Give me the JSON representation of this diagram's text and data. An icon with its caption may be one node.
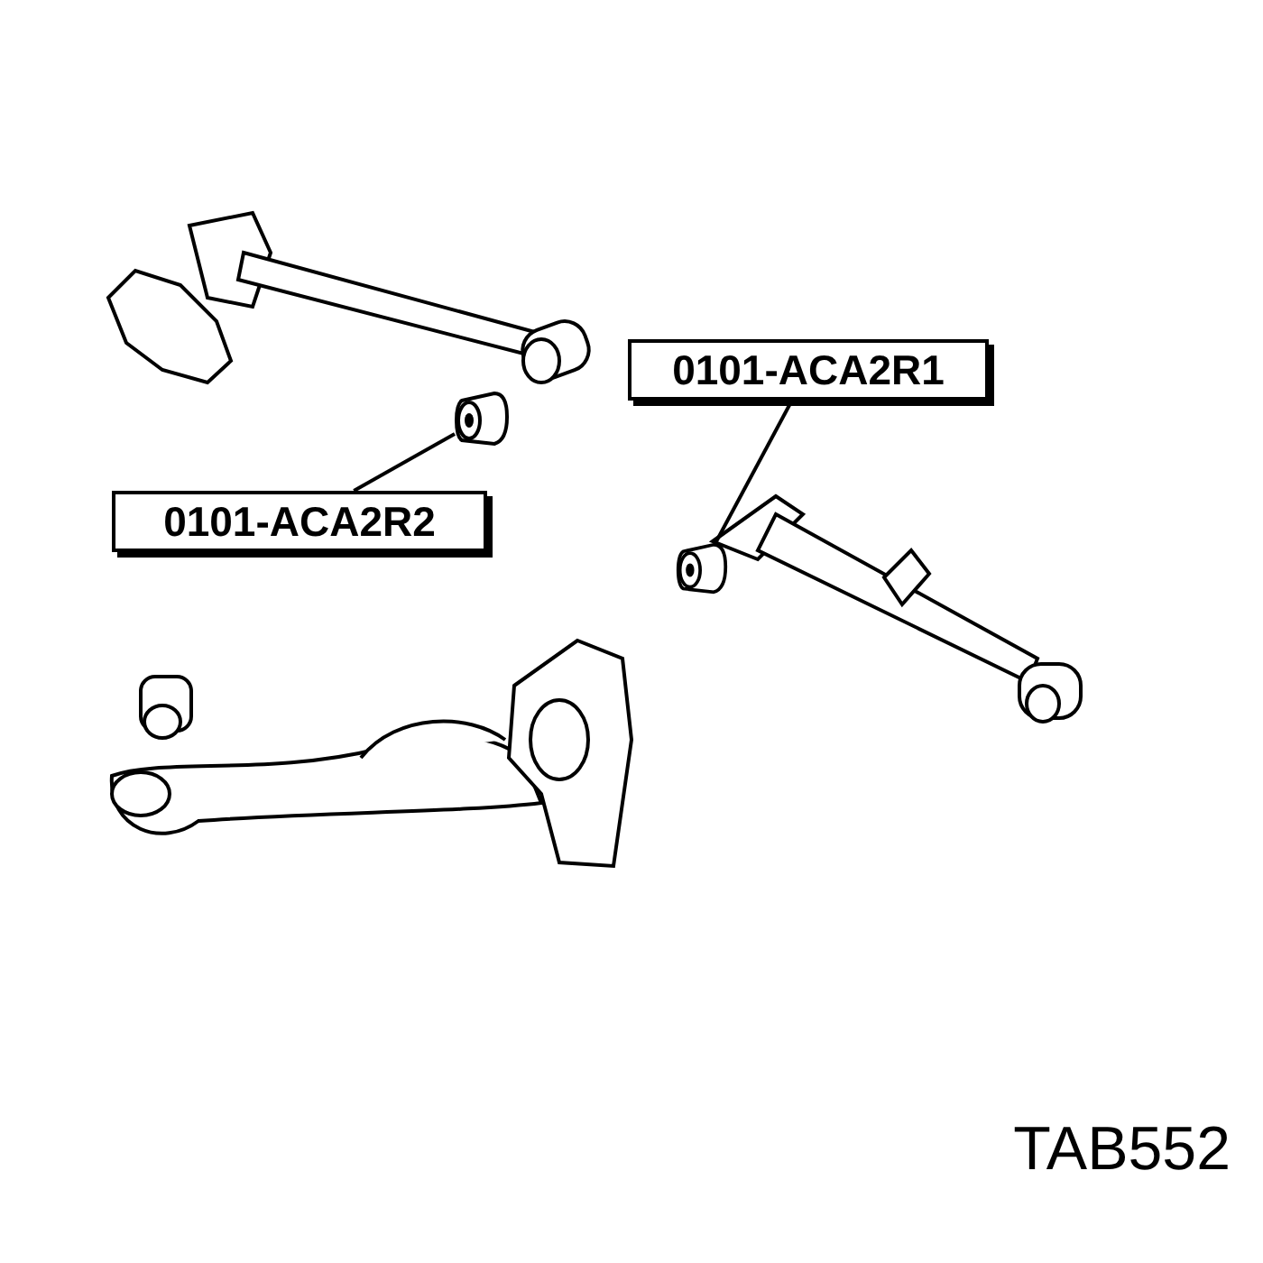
{
  "diagram": {
    "nodes": [
      {
        "text": [
          "0101-ACA2R1"
        ]
      },
      {
        "text": [],
        "shape": "picture"
      },
      {
        "text": [
          "0101-ACA2R2"
        ]
      },
      {
        "text": [],
        "shape": "picture"
      }
    ],
    "edges": [
      {
        "from": 0,
        "to": 3,
        "arrow": "none"
      },
      {
        "from": 2,
        "to": 1,
        "arrow": "none"
      }
    ],
    "labels": [
      "TAB552"
    ]
  }
}
